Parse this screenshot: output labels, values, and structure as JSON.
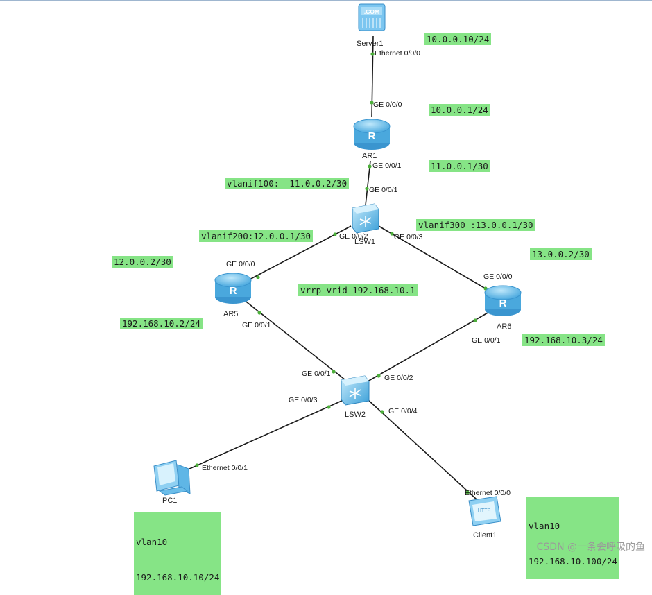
{
  "devices": {
    "server1": "Server1",
    "server_badge": ".COM",
    "ar1": "AR1",
    "lsw1": "LSW1",
    "ar5": "AR5",
    "ar6": "AR6",
    "lsw2": "LSW2",
    "pc1": "PC1",
    "client1": "Client1",
    "client_badge": "HTTP"
  },
  "ports": {
    "server1_eth000": "Ethernet 0/0/0",
    "ar1_ge000": "GE 0/0/0",
    "ar1_ge001": "GE 0/0/1",
    "lsw1_ge001": "GE 0/0/1",
    "lsw1_ge002": "GE 0/0/2",
    "lsw1_ge003": "GE 0/0/3",
    "ar5_ge000": "GE 0/0/0",
    "ar5_ge001": "GE 0/0/1",
    "ar6_ge000": "GE 0/0/0",
    "ar6_ge001": "GE 0/0/1",
    "lsw2_ge001": "GE 0/0/1",
    "lsw2_ge002": "GE 0/0/2",
    "lsw2_ge003": "GE 0/0/3",
    "lsw2_ge004": "GE 0/0/4",
    "pc1_eth001": "Ethernet 0/0/1",
    "client1_eth000": "Ethernet 0/0/0"
  },
  "labels": {
    "server_ip": "10.0.0.10/24",
    "ar1_g0_ip": "10.0.0.1/24",
    "ar1_g1_ip": "11.0.0.1/30",
    "vlanif100": "vlanif100:  11.0.0.2/30",
    "vlanif300": "vlanif300 :13.0.0.1/30",
    "vlanif200": "vlanif200:12.0.0.1/30",
    "ar6_g0_ip": "13.0.0.2/30",
    "ar5_g0_ip": "12.0.0.2/30",
    "vrrp": "vrrp vrid 192.168.10.1",
    "ar5_g1_ip": "192.168.10.2/24",
    "ar6_g1_ip": "192.168.10.3/24",
    "pc_vlan": "vlan10",
    "pc_ip": "192.168.10.10/24",
    "client_vlan": "vlan10",
    "client_ip": "192.168.10.100/24"
  },
  "watermark": "CSDN @一条会呼吸的鱼",
  "colors": {
    "label_bg": "#86e486",
    "link": "#1a1a1a",
    "port_dot": "#4caf3a",
    "device": "#5fb6e6"
  }
}
